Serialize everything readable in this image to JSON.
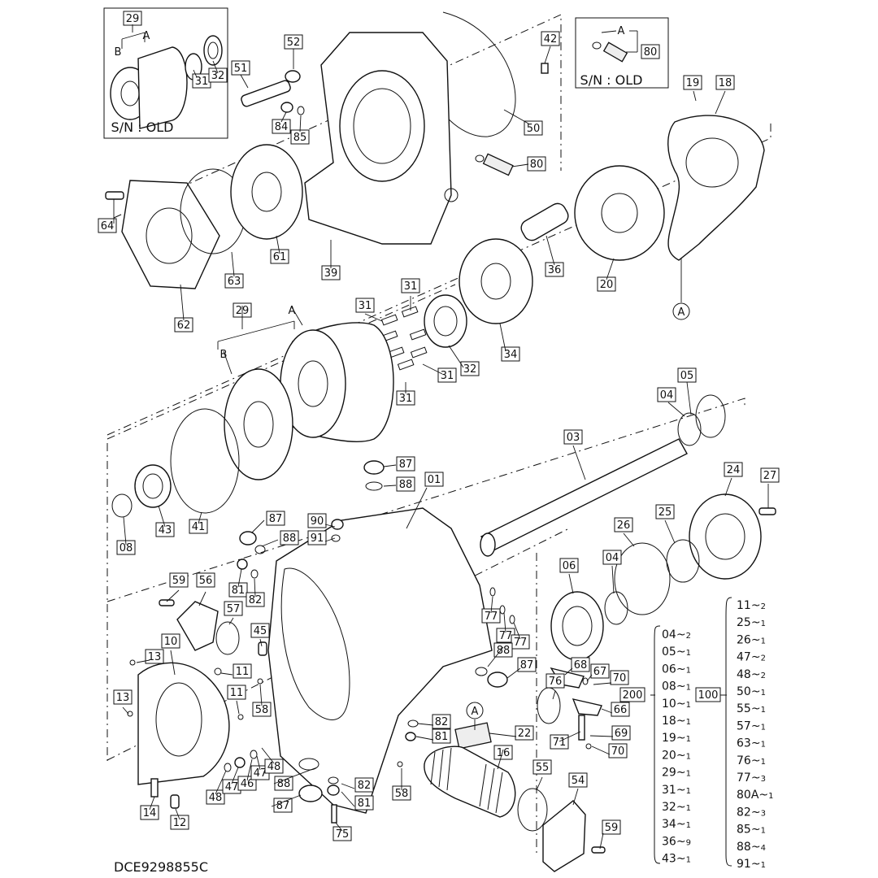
{
  "drawing_code": "DCE9298855C",
  "inset_top_left": {
    "note": "S/N : OLD",
    "parent": "29",
    "a": "A",
    "b": "B",
    "labels": [
      "31",
      "32"
    ]
  },
  "inset_top_right": {
    "note": "S/N : OLD",
    "a": "A",
    "label": "80"
  },
  "callout_a": "A",
  "labels_group1": [
    "52",
    "42",
    "51",
    "84",
    "85",
    "50",
    "80",
    "19",
    "18",
    "64",
    "61",
    "63",
    "39",
    "36",
    "20",
    "62",
    "29",
    "B",
    "A",
    "31",
    "31",
    "32",
    "34",
    "31",
    "31"
  ],
  "labels_group2": [
    "05",
    "04",
    "03",
    "87",
    "88",
    "01",
    "24",
    "27",
    "08",
    "43",
    "41",
    "87",
    "88",
    "90",
    "91",
    "25",
    "26",
    "06",
    "04",
    "81",
    "82",
    "59",
    "56",
    "57",
    "45",
    "10",
    "13",
    "11",
    "11",
    "13",
    "58",
    "77",
    "77",
    "77",
    "88",
    "87",
    "68",
    "67",
    "70",
    "76",
    "66",
    "71",
    "69",
    "70",
    "82",
    "81",
    "22",
    "16",
    "58",
    "55",
    "54",
    "59",
    "14",
    "48",
    "47",
    "46",
    "47",
    "48",
    "88",
    "87",
    "82",
    "81",
    "75",
    "12"
  ],
  "assembly_200": "200",
  "assembly_100": "100",
  "list_200": [
    {
      "part": "04",
      "qty": "2"
    },
    {
      "part": "05",
      "qty": "1"
    },
    {
      "part": "06",
      "qty": "1"
    },
    {
      "part": "08",
      "qty": "1"
    },
    {
      "part": "10",
      "qty": "1"
    },
    {
      "part": "18",
      "qty": "1"
    },
    {
      "part": "19",
      "qty": "1"
    },
    {
      "part": "20",
      "qty": "1"
    },
    {
      "part": "29",
      "qty": "1"
    },
    {
      "part": "31",
      "qty": "1"
    },
    {
      "part": "32",
      "qty": "1"
    },
    {
      "part": "34",
      "qty": "1"
    },
    {
      "part": "36",
      "qty": "9"
    },
    {
      "part": "43",
      "qty": "1"
    }
  ],
  "list_100": [
    {
      "part": "11",
      "qty": "2"
    },
    {
      "part": "25",
      "qty": "1"
    },
    {
      "part": "26",
      "qty": "1"
    },
    {
      "part": "47",
      "qty": "2"
    },
    {
      "part": "48",
      "qty": "2"
    },
    {
      "part": "50",
      "qty": "1"
    },
    {
      "part": "55",
      "qty": "1"
    },
    {
      "part": "57",
      "qty": "1"
    },
    {
      "part": "63",
      "qty": "1"
    },
    {
      "part": "76",
      "qty": "1"
    },
    {
      "part": "77",
      "qty": "3"
    },
    {
      "part": "80A",
      "qty": "1"
    },
    {
      "part": "82",
      "qty": "3"
    },
    {
      "part": "85",
      "qty": "1"
    },
    {
      "part": "88",
      "qty": "4"
    },
    {
      "part": "91",
      "qty": "1"
    }
  ]
}
